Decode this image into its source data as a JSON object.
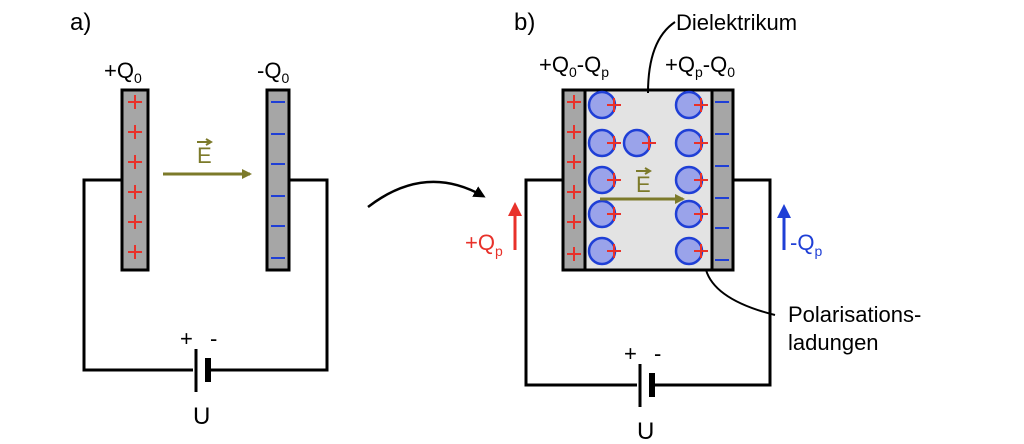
{
  "panel_a": {
    "label": "a)",
    "left_plate_charge": "+Q",
    "left_plate_charge_sub": "0",
    "right_plate_charge": "-Q",
    "right_plate_charge_sub": "0",
    "field_label": "E",
    "battery_plus": "+",
    "battery_minus": "-",
    "voltage_label": "U"
  },
  "panel_b": {
    "label": "b)",
    "top_left_charge": "+Q",
    "top_left_charge_sub": "0",
    "top_left_charge_2": "-Q",
    "top_left_charge_2_sub": "p",
    "top_right_charge": "+Q",
    "top_right_charge_sub": "p",
    "top_right_charge_2": "-Q",
    "top_right_charge_2_sub": "0",
    "dielectric_label": "Dielektrikum",
    "field_label": "E",
    "left_arrow_label": "+Q",
    "left_arrow_label_sub": "p",
    "right_arrow_label": "-Q",
    "right_arrow_label_sub": "p",
    "polarization_label_line1": "Polarisations-",
    "polarization_label_line2": "ladungen",
    "battery_plus": "+",
    "battery_minus": "-",
    "voltage_label": "U"
  },
  "colors": {
    "positive": "#e8312a",
    "negative": "#1f3fd6",
    "field": "#7c7a2a",
    "plate": "#a6a6a6",
    "dielectric": "#e3e3e3",
    "dipole": "#9aa3ea"
  }
}
